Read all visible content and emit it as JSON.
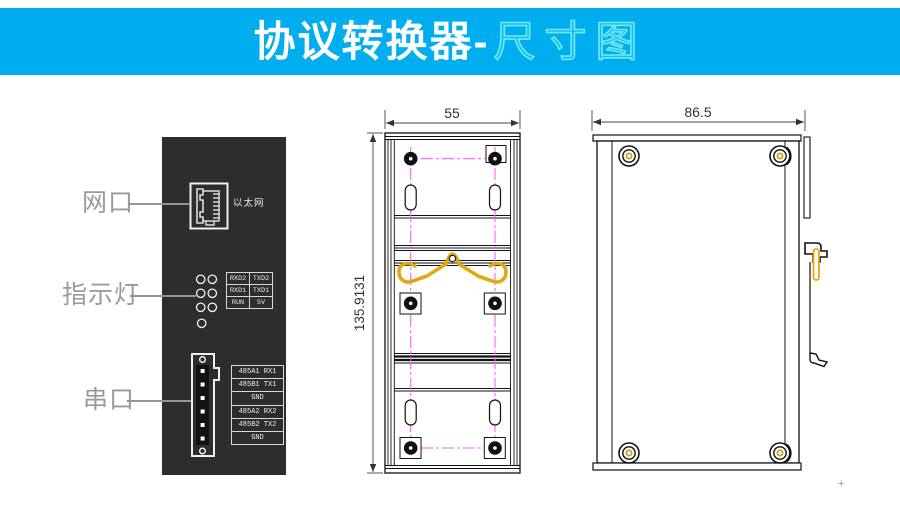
{
  "header": {
    "title_main": "协议转换器-",
    "title_sub": "尺寸图"
  },
  "callouts": {
    "network": "网口",
    "indicator": "指示灯",
    "serial": "串口"
  },
  "front_panel": {
    "ethernet_label": "以太网",
    "led_labels": [
      [
        "RXD2",
        "TXD2"
      ],
      [
        "RXD1",
        "TXD1"
      ],
      [
        "RUN",
        "5V"
      ]
    ],
    "serial_labels": [
      "485A1 RX1",
      "485B1 TX1",
      "GND",
      "485A2 RX2",
      "485B2 TX2",
      "GND"
    ]
  },
  "dimensions": {
    "front_width": "55",
    "front_height": "135.9131",
    "side_width": "86.5"
  },
  "misc": {
    "corner_marker": "+"
  },
  "colors": {
    "banner": "#00AEEF",
    "subtitle": "#6FEAF0",
    "centerline": "#FF5CFF",
    "din_clip": "#DFA90F"
  }
}
